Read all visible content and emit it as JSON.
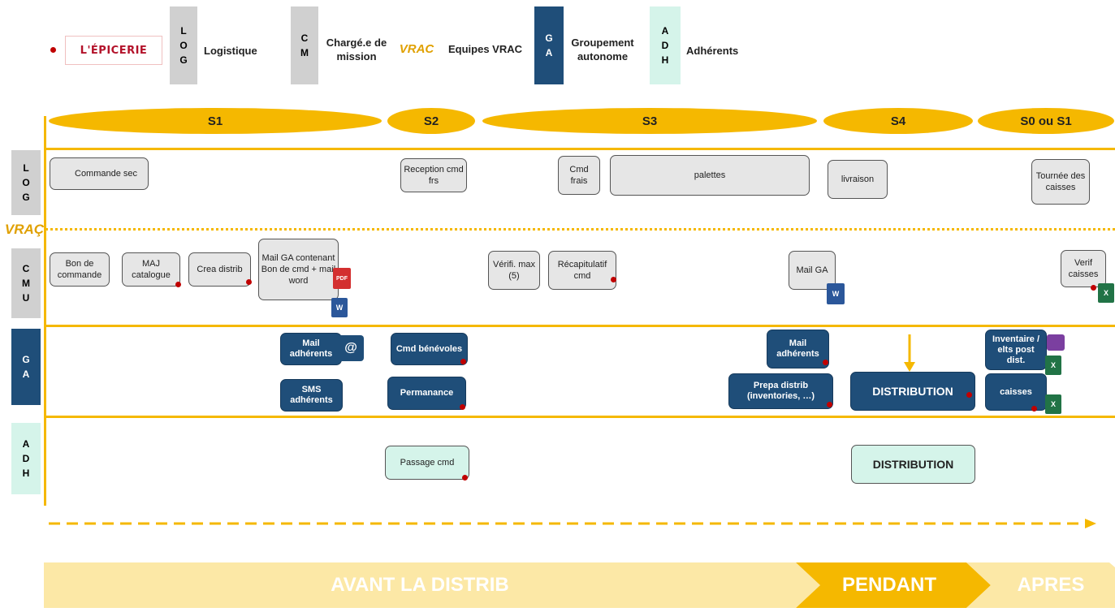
{
  "legend": {
    "epicerie": "L'ÉPICERIE",
    "log_tag": [
      "L",
      "O",
      "G"
    ],
    "log_label": "Logistique",
    "cm_tag": [
      "C",
      "M"
    ],
    "cm_label": "Chargé.e de mission",
    "vrac_logo": "VRAC",
    "vrac_label": "Equipes VRAC",
    "ga_tag": [
      "G",
      "A"
    ],
    "ga_label": "Groupement autonome",
    "adh_tag": [
      "A",
      "D",
      "H"
    ],
    "adh_label": "Adhérents"
  },
  "weeks": [
    "S1",
    "S2",
    "S3",
    "S4",
    "S0 ou S1"
  ],
  "rows": {
    "log": [
      "L",
      "O",
      "G"
    ],
    "vrac": "VRAÇ",
    "cmu": [
      "C",
      "M",
      "U"
    ],
    "ga": [
      "G",
      "A"
    ],
    "adh": [
      "A",
      "D",
      "H"
    ]
  },
  "log_boxes": [
    "Commande sec",
    "Reception cmd frs",
    "Cmd frais",
    "palettes",
    "livraison",
    "Tournée des caisses"
  ],
  "cm_boxes": [
    "Bon de commande",
    "MAJ catalogue",
    "Crea distrib",
    "Mail GA contenant Bon de cmd + mail word",
    "Vérifi. max (5)",
    "Récapitulatif cmd",
    "Mail GA",
    "Verif caisses"
  ],
  "ga_boxes": [
    "Mail adhérents",
    "SMS adhérents",
    "Cmd bénévoles",
    "Permanance",
    "Mail adhérents",
    "Prepa distrib (inventories, …)",
    "DISTRIBUTION",
    "Inventaire / elts post dist.",
    "caisses"
  ],
  "adh_boxes": [
    "Passage cmd",
    "DISTRIBUTION"
  ],
  "icons": {
    "word": "W",
    "excel": "X",
    "pdf": "PDF",
    "mail": "@"
  },
  "phases": [
    "AVANT LA DISTRIB",
    "PENDANT",
    "APRES"
  ],
  "colors": {
    "accent": "#f5b800",
    "navy": "#1f4e79",
    "mint": "#d5f4ea",
    "grey": "#d0d0d0",
    "dot": "#c00000",
    "phase_light": "#fce8a6"
  }
}
